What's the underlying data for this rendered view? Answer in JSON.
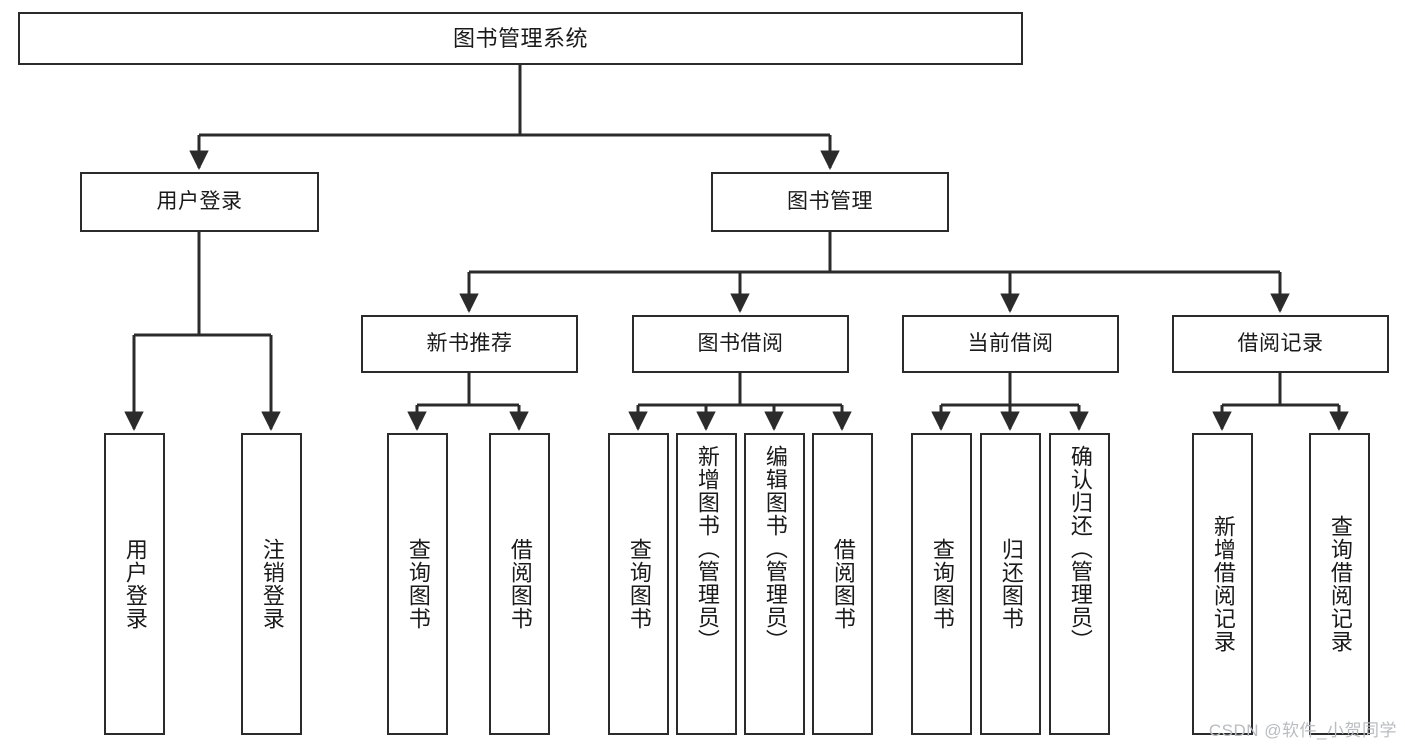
{
  "diagram": {
    "title": "图书管理系统",
    "type": "tree",
    "root": {
      "label": "图书管理系统"
    },
    "level2": [
      {
        "label": "用户登录"
      },
      {
        "label": "图书管理"
      }
    ],
    "level3": [
      {
        "label": "新书推荐"
      },
      {
        "label": "图书借阅"
      },
      {
        "label": "当前借阅"
      },
      {
        "label": "借阅记录"
      }
    ],
    "leaves": {
      "user_login": [
        {
          "label": "用户登录"
        },
        {
          "label": "注销登录"
        }
      ],
      "new_book_recommend": [
        {
          "label": "查询图书"
        },
        {
          "label": "借阅图书"
        }
      ],
      "book_borrow": [
        {
          "label": "查询图书"
        },
        {
          "label": "新增图书（管理员）"
        },
        {
          "label": "编辑图书（管理员）"
        },
        {
          "label": "借阅图书"
        }
      ],
      "current_borrow": [
        {
          "label": "查询图书"
        },
        {
          "label": "归还图书"
        },
        {
          "label": "确认归还（管理员）"
        }
      ],
      "borrow_record": [
        {
          "label": "新增借阅记录"
        },
        {
          "label": "查询借阅记录"
        }
      ]
    }
  },
  "watermark": {
    "text": "CSDN @软件_小贺同学"
  },
  "colors": {
    "border": "#2b2b2b",
    "background": "#ffffff",
    "text": "#1a1a1a",
    "watermark": "#b9bcc0"
  }
}
